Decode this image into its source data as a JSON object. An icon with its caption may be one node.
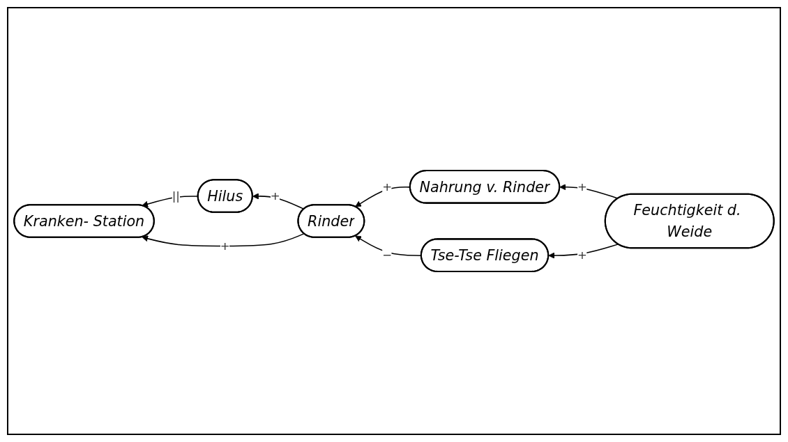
{
  "diagram": {
    "nodes": [
      {
        "text": [
          "Hilus"
        ]
      },
      {
        "text": [
          "Rinder"
        ]
      },
      {
        "text": [
          "Kranken- Station"
        ]
      },
      {
        "text": [
          "Feuchtigkeit d. Weide"
        ]
      },
      {
        "text": [
          "Nahrung v. Rinder"
        ]
      },
      {
        "text": [
          "Tse-Tse Fliegen"
        ]
      }
    ],
    "edges": [
      {
        "from": 1,
        "to": 0,
        "arrow": "to",
        "label": "+"
      },
      {
        "from": 0,
        "to": 2,
        "arrow": "to",
        "label": "||"
      },
      {
        "from": 1,
        "to": 2,
        "arrow": "to",
        "label": "+"
      },
      {
        "from": 3,
        "to": 4,
        "arrow": "to",
        "label": "+"
      },
      {
        "from": 4,
        "to": 1,
        "arrow": "to",
        "label": "+"
      },
      {
        "from": 3,
        "to": 5,
        "arrow": "to",
        "label": "+"
      },
      {
        "from": 5,
        "to": 1,
        "arrow": "to",
        "label": "−"
      }
    ]
  }
}
